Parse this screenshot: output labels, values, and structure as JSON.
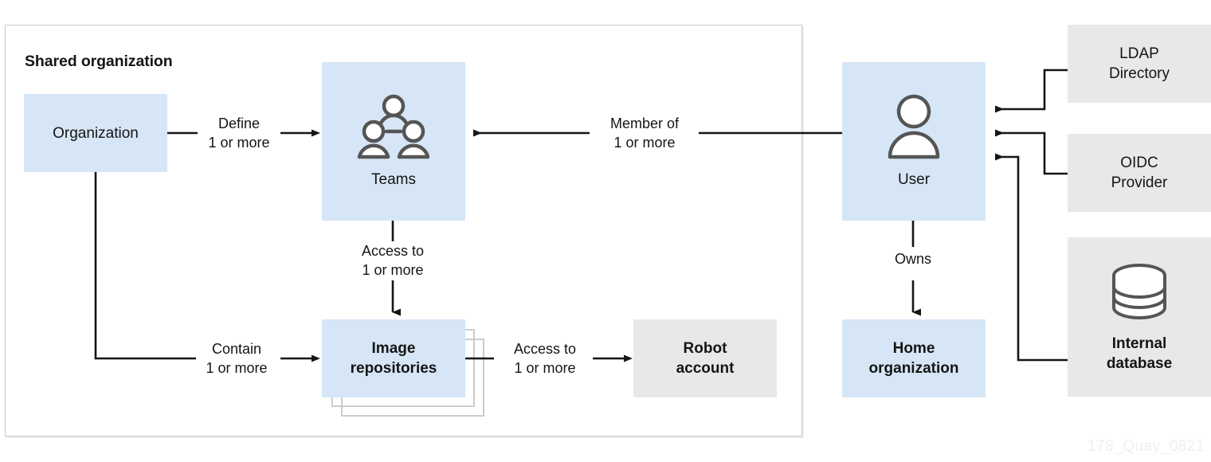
{
  "diagram": {
    "title": "Shared organization",
    "watermark": "178_Quay_0821",
    "colors": {
      "blue_node": "#d6e6f6",
      "gray_node": "#e8e8e8",
      "connector": "#151515",
      "frame_border": "#c9c9c9",
      "icon_stroke": "#555555",
      "stack_outline": "#cccccc",
      "watermark": "#efefef"
    }
  },
  "nodes": {
    "organization": {
      "label": "Organization",
      "style": "blue",
      "bold": false,
      "icon": null
    },
    "teams": {
      "label": "Teams",
      "style": "blue",
      "bold": false,
      "icon": "team-people-icon"
    },
    "user": {
      "label": "User",
      "style": "blue",
      "bold": false,
      "icon": "user-person-icon"
    },
    "image_repos": {
      "label": "Image\nrepositories",
      "style": "blue",
      "bold": true,
      "icon": null
    },
    "robot_account": {
      "label": "Robot\naccount",
      "style": "gray",
      "bold": true,
      "icon": null
    },
    "home_org": {
      "label": "Home\norganization",
      "style": "blue",
      "bold": true,
      "icon": null
    },
    "ldap": {
      "label": "LDAP\nDirectory",
      "style": "gray",
      "bold": false,
      "icon": null
    },
    "oidc": {
      "label": "OIDC\nProvider",
      "style": "gray",
      "bold": false,
      "icon": null
    },
    "internal_db": {
      "label": "Internal\ndatabase",
      "style": "gray",
      "bold": true,
      "icon": "database-cylinder-icon"
    }
  },
  "edges": {
    "org_to_teams": {
      "label": "Define\n1 or more"
    },
    "teams_to_repos": {
      "label": "Access to\n1 or more"
    },
    "org_to_repos": {
      "label": "Contain\n1 or more"
    },
    "repos_to_robot": {
      "label": "Access to\n1 or more"
    },
    "user_to_teams": {
      "label": "Member of\n1 or more"
    },
    "user_to_home_org": {
      "label": "Owns"
    },
    "ldap_to_user": {
      "label": ""
    },
    "oidc_to_user": {
      "label": ""
    },
    "internal_db_to_user": {
      "label": ""
    }
  }
}
